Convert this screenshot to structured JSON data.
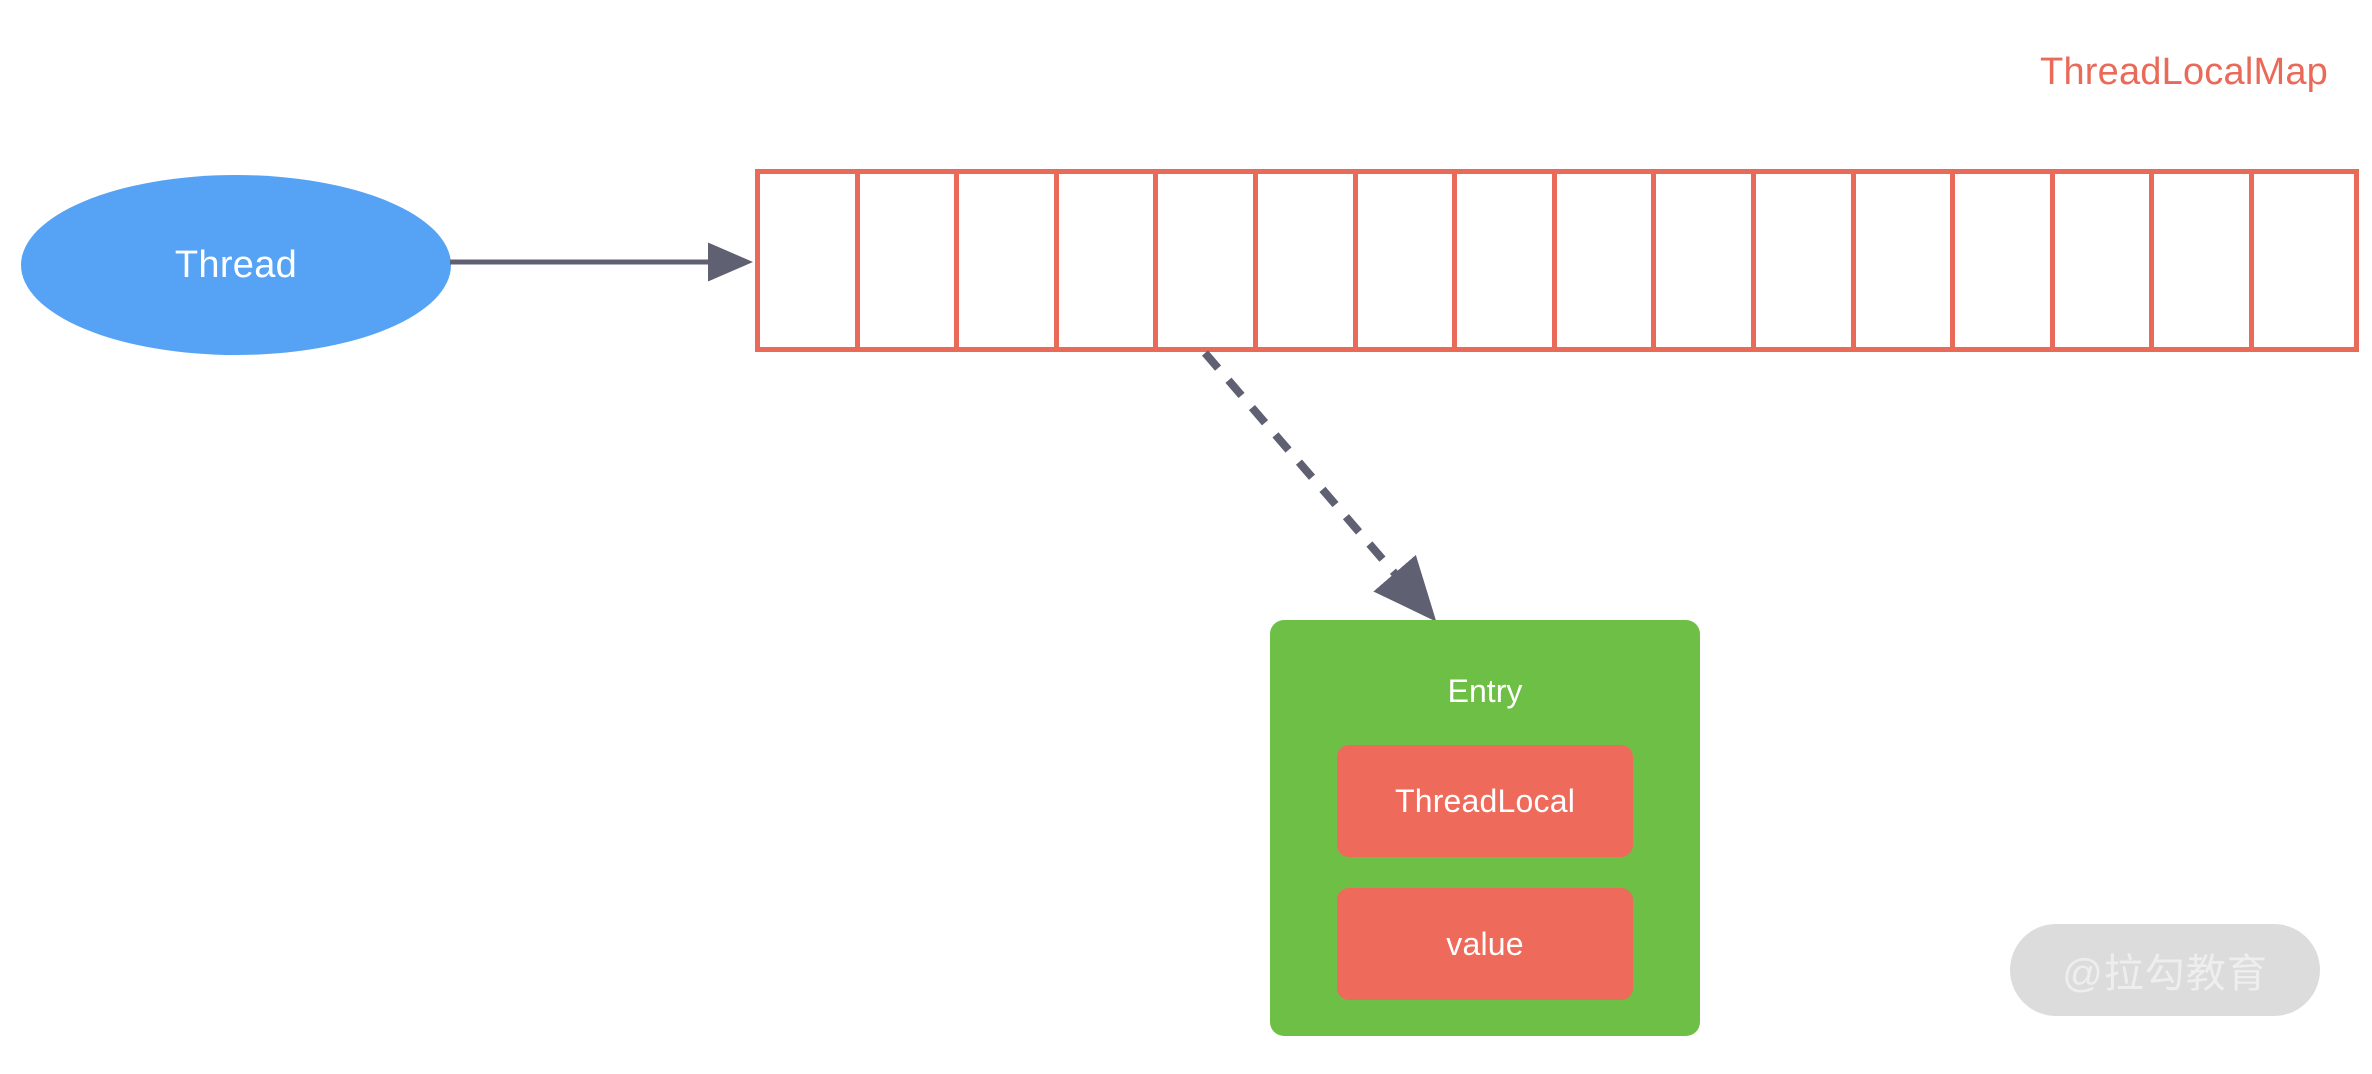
{
  "diagram": {
    "title": "ThreadLocalMap",
    "title_color": "#ea6a5a",
    "background": "#ffffff"
  },
  "thread_node": {
    "label": "Thread",
    "shape": "ellipse",
    "fill": "#56a3f5",
    "text_color": "#ffffff"
  },
  "connectors": {
    "thread_to_map": {
      "style": "solid",
      "color": "#5f6172",
      "arrow": "arrowhead-right"
    },
    "slot_to_entry": {
      "style": "dashed",
      "color": "#5f6172",
      "arrow": "arrowhead-down-right"
    }
  },
  "hash_table": {
    "name": "ThreadLocalMap",
    "border_color": "#ea6a5a",
    "cell_fill": "#ffffff",
    "cell_count": 16,
    "cells": [
      "",
      "",
      "",
      "",
      "",
      "",
      "",
      "",
      "",
      "",
      "",
      "",
      "",
      "",
      "",
      ""
    ]
  },
  "entry_box": {
    "title": "Entry",
    "fill": "#6dbf45",
    "text_color": "#ffffff",
    "fields": [
      {
        "label": "ThreadLocal",
        "fill": "#ee6b5b",
        "text_color": "#ffffff"
      },
      {
        "label": "value",
        "fill": "#ee6b5b",
        "text_color": "#ffffff"
      }
    ]
  },
  "watermark": {
    "text": "@拉勾教育",
    "pill_fill": "#dcdcdc",
    "text_color": "#eeeeee"
  }
}
